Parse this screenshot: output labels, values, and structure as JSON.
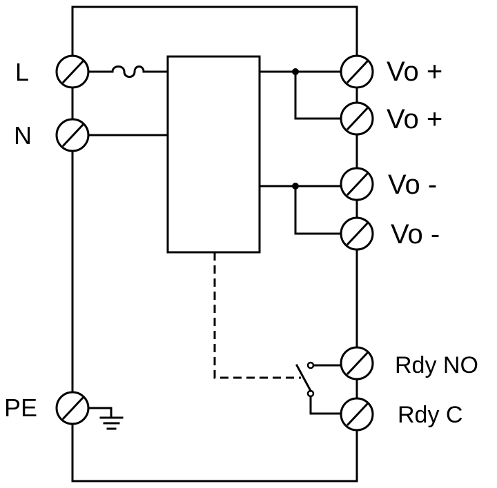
{
  "diagram": {
    "labels": {
      "l": "L",
      "n": "N",
      "pe": "PE",
      "vo_plus_1": "Vo +",
      "vo_plus_2": "Vo +",
      "vo_minus_1": "Vo -",
      "vo_minus_2": "Vo -",
      "rdy_no": "Rdy NO",
      "rdy_c": "Rdy C"
    }
  }
}
